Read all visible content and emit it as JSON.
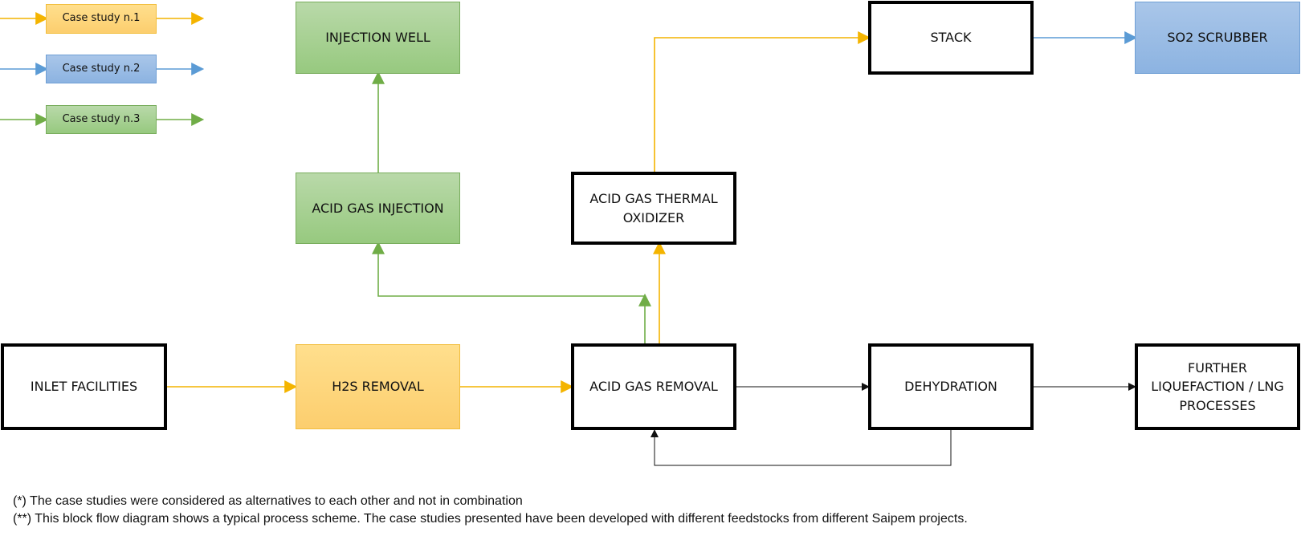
{
  "colors": {
    "case1": "#f4b400",
    "case2": "#5b9bd5",
    "case3": "#70ad47",
    "default": "#111111"
  },
  "legend": {
    "case1": "Case study n.1",
    "case2": "Case study n.2",
    "case3": "Case study n.3"
  },
  "blocks": {
    "inlet_facilities": "INLET FACILITIES",
    "h2s_removal": "H2S REMOVAL",
    "acid_gas_removal": "ACID GAS REMOVAL",
    "dehydration": "DEHYDRATION",
    "further_liquefaction": "FURTHER LIQUEFACTION / LNG PROCESSES",
    "acid_gas_injection": "ACID GAS INJECTION",
    "injection_well": "INJECTION WELL",
    "thermal_oxidizer": "ACID GAS THERMAL OXIDIZER",
    "stack": "STACK",
    "so2_scrubber": "SO2 SCRUBBER"
  },
  "notes": {
    "note1": "(*) The case studies were considered as alternatives to each other and not in combination",
    "note2": "(**) This block flow diagram shows a typical process scheme. The case studies presented have been developed with different feedstocks from different Saipem projects."
  }
}
